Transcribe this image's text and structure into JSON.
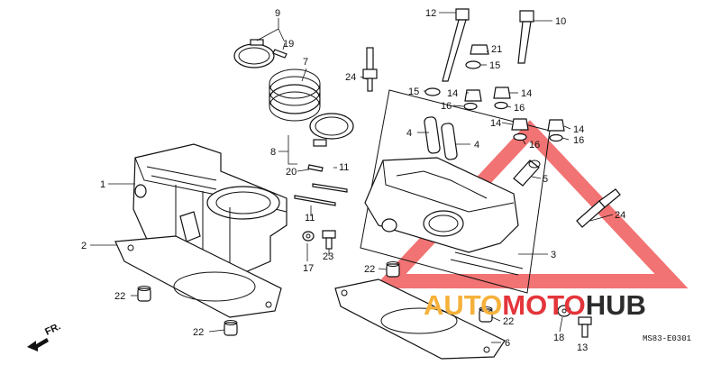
{
  "diagram": {
    "diagram_code": "MS83-E0301",
    "watermark": {
      "part1": "AUTO",
      "part2": "MOTO",
      "part3": "HUB"
    },
    "direction_label": "FR.",
    "callouts": [
      {
        "id": "c1",
        "label": "1"
      },
      {
        "id": "c2",
        "label": "2"
      },
      {
        "id": "c3",
        "label": "3"
      },
      {
        "id": "c4a",
        "label": "4"
      },
      {
        "id": "c4b",
        "label": "4"
      },
      {
        "id": "c5",
        "label": "5"
      },
      {
        "id": "c6",
        "label": "6"
      },
      {
        "id": "c7",
        "label": "7"
      },
      {
        "id": "c8",
        "label": "8"
      },
      {
        "id": "c9",
        "label": "9"
      },
      {
        "id": "c10",
        "label": "10"
      },
      {
        "id": "c11a",
        "label": "11"
      },
      {
        "id": "c11b",
        "label": "11"
      },
      {
        "id": "c12",
        "label": "12"
      },
      {
        "id": "c13",
        "label": "13"
      },
      {
        "id": "c14a",
        "label": "14"
      },
      {
        "id": "c14b",
        "label": "14"
      },
      {
        "id": "c14c",
        "label": "14"
      },
      {
        "id": "c14d",
        "label": "14"
      },
      {
        "id": "c15a",
        "label": "15"
      },
      {
        "id": "c15b",
        "label": "15"
      },
      {
        "id": "c16a",
        "label": "16"
      },
      {
        "id": "c16b",
        "label": "16"
      },
      {
        "id": "c16c",
        "label": "16"
      },
      {
        "id": "c16d",
        "label": "16"
      },
      {
        "id": "c17",
        "label": "17"
      },
      {
        "id": "c18",
        "label": "18"
      },
      {
        "id": "c19",
        "label": "19"
      },
      {
        "id": "c20",
        "label": "20"
      },
      {
        "id": "c21",
        "label": "21"
      },
      {
        "id": "c22a",
        "label": "22"
      },
      {
        "id": "c22b",
        "label": "22"
      },
      {
        "id": "c22c",
        "label": "22"
      },
      {
        "id": "c22d",
        "label": "22"
      },
      {
        "id": "c23",
        "label": "23"
      },
      {
        "id": "c24a",
        "label": "24"
      },
      {
        "id": "c24b",
        "label": "24"
      }
    ]
  },
  "colors": {
    "line": "#111111",
    "watermark_orange": "#f5b13a",
    "watermark_red": "#e4353b",
    "watermark_dark": "#2c2c2c",
    "triangle_red": "#ef5b5b"
  }
}
